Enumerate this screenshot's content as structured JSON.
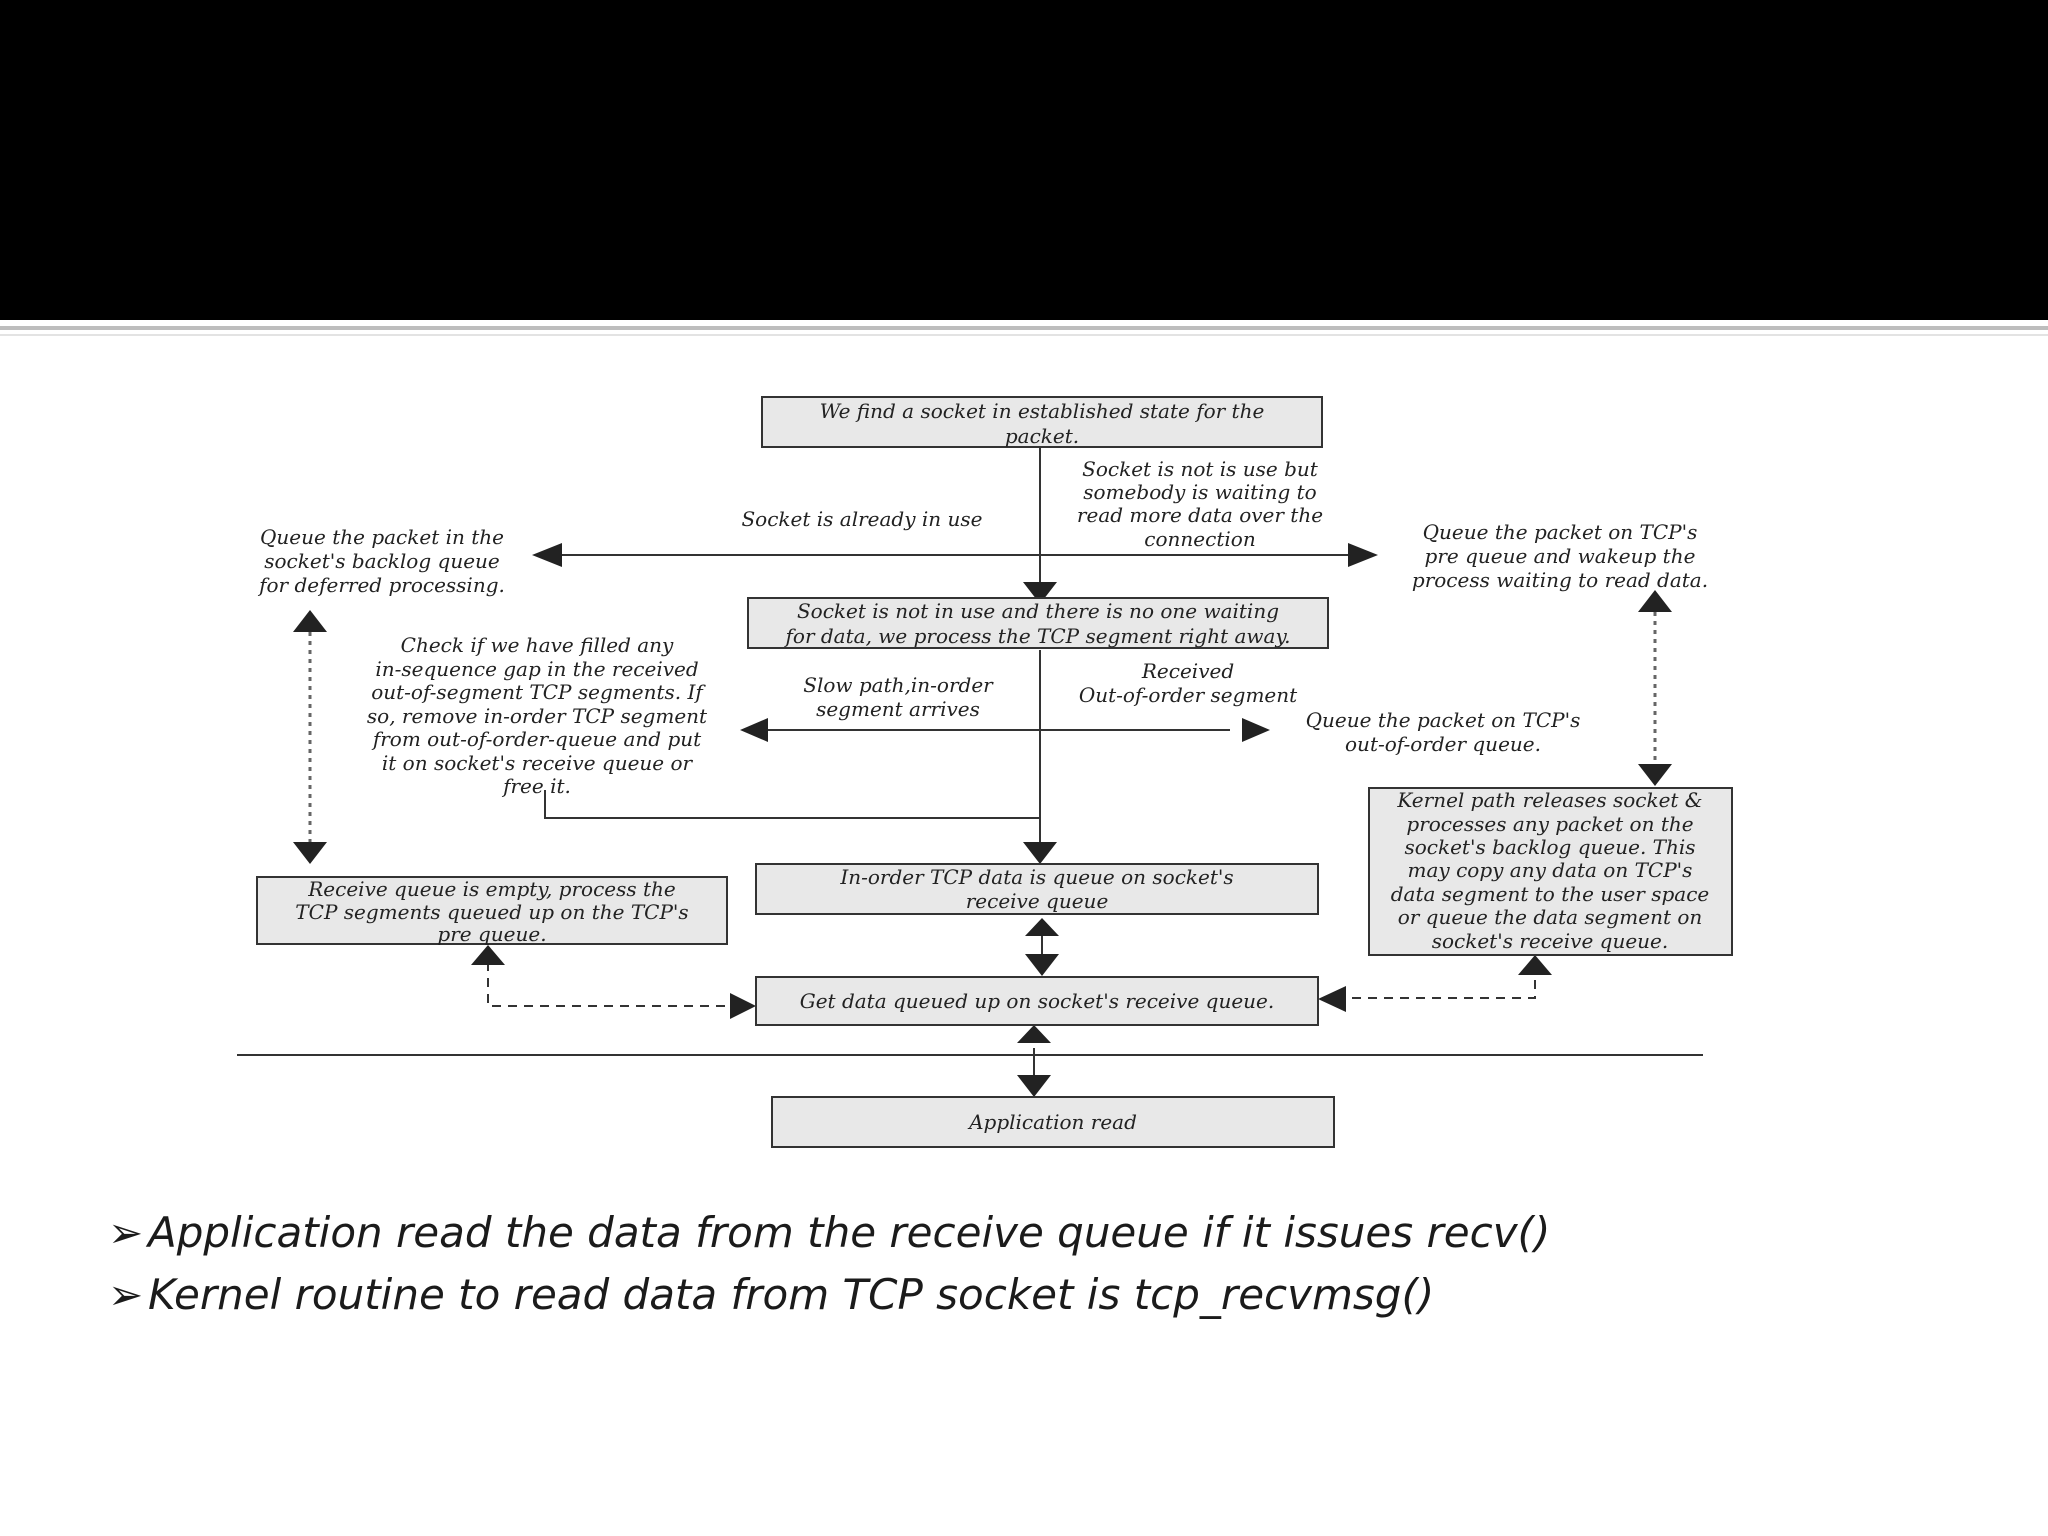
{
  "diagram": {
    "boxes": {
      "established": [
        "We find a socket in established state for the",
        "packet."
      ],
      "process_now": [
        "Socket is not in use and there is no one waiting",
        "for data, we process the TCP segment right away."
      ],
      "inorder_queue": [
        "In-order TCP data is queue on socket's",
        "receive queue"
      ],
      "get_data": [
        "Get data queued up on socket's receive queue."
      ],
      "app_read": [
        "Application read"
      ],
      "receive_empty": [
        "Receive queue is empty, process the",
        "TCP segments queued up on the TCP's",
        "pre queue."
      ],
      "kernel_release": [
        "Kernel path releases socket &",
        "processes any packet on the",
        "socket's backlog queue. This",
        "may copy any data on TCP's",
        "data segment to the user space",
        "or queue the data segment on",
        "socket's receive queue."
      ]
    },
    "labels": {
      "already_in_use": [
        "Socket is already in use"
      ],
      "someone_waiting": [
        "Socket is not is use but",
        "somebody is waiting to",
        "read more data over the",
        "connection"
      ],
      "backlog": [
        "Queue the packet in the",
        "socket's backlog queue",
        "for deferred processing."
      ],
      "prequeue": [
        "Queue the packet on TCP's",
        "pre queue and wakeup the",
        "process waiting to read data."
      ],
      "check_gap": [
        "Check if we have filled any",
        "in-sequence gap in the received",
        "out-of-segment TCP segments. If",
        "so, remove in-order TCP segment",
        "from out-of-order-queue and put",
        "it on socket's receive queue or",
        "free it."
      ],
      "slow_path": [
        "Slow path,in-order",
        "segment arrives"
      ],
      "received_ooo": [
        "Received",
        "Out-of-order segment"
      ],
      "ooo_queue": [
        "Queue the packet on TCP's",
        "out-of-order queue."
      ]
    }
  },
  "bullets": [
    {
      "mark": "➢",
      "text": "Application read the data  from the receive queue if it issues recv()"
    },
    {
      "mark": "➢",
      "text": "Kernel routine to read data from TCP socket is tcp_recvmsg()"
    }
  ],
  "colors": {
    "header": "#000000",
    "box_fill": "#e8e8e8",
    "text": "#222222"
  }
}
